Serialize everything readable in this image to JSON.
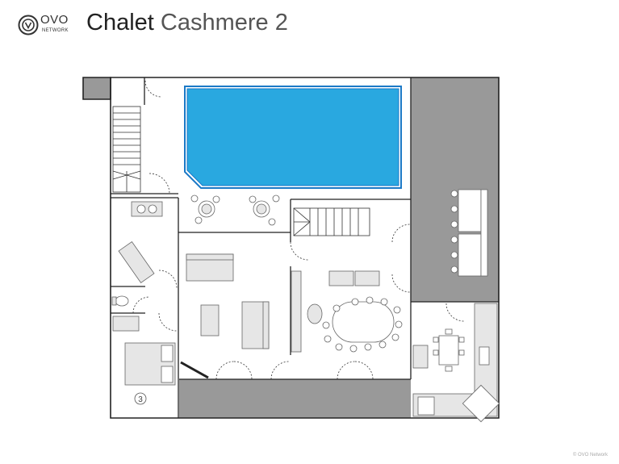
{
  "header": {
    "logo_text": "OVO",
    "logo_subtext": "NETWORK",
    "title_main": "Chalet",
    "title_sub": "Cashmere 2"
  },
  "plan": {
    "bedroom_number": "3",
    "pool_color": "#29a8e0",
    "terrace_color": "#999999",
    "furniture_color": "#e6e6e6",
    "wall_color": "#222222"
  },
  "footer": {
    "copyright": "© OVO Network"
  }
}
